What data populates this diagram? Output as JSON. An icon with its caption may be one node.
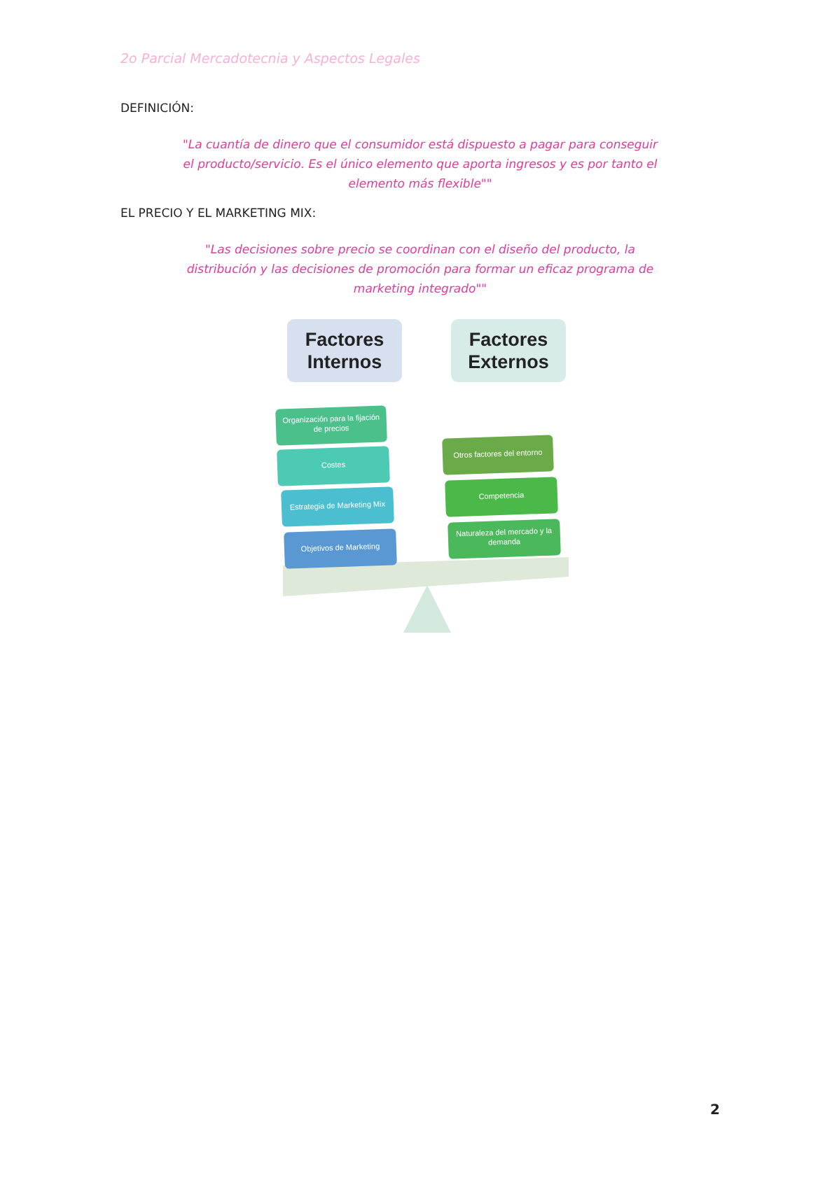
{
  "diagram": {
    "nodes": [
      {
        "text": [
          "Factores Internos"
        ]
      },
      {
        "text": [
          "Factores Externos"
        ]
      },
      {
        "text": [
          "Organización para la fijación de precios"
        ]
      },
      {
        "text": [
          "Costes"
        ]
      },
      {
        "text": [
          "Estrategia de Marketing Mix"
        ]
      },
      {
        "text": [
          "Objetivos de Marketing"
        ]
      },
      {
        "text": [
          "Otros factores del entorno"
        ]
      },
      {
        "text": [
          "Competencia"
        ]
      },
      {
        "text": [
          "Naturaleza del mercado y la demanda"
        ]
      }
    ],
    "edges": [],
    "labels": [
      "2o Parcial Mercadotecnia y Aspectos Legales",
      "DEFINICIÓN:",
      "\"La cuantía de dinero que el consumidor está dispuesto a pagar para conseguir el producto/servicio. Es el único elemento que aporta ingresos y es por tanto el elemento más flexible\"\"",
      "EL PRECIO Y EL MARKETING MIX:",
      "\"Las decisiones sobre precio se coordinan con el diseño del producto, la distribución y las decisiones de promoción para formar un eficaz programa de marketing integrado\"\"",
      "2"
    ]
  }
}
